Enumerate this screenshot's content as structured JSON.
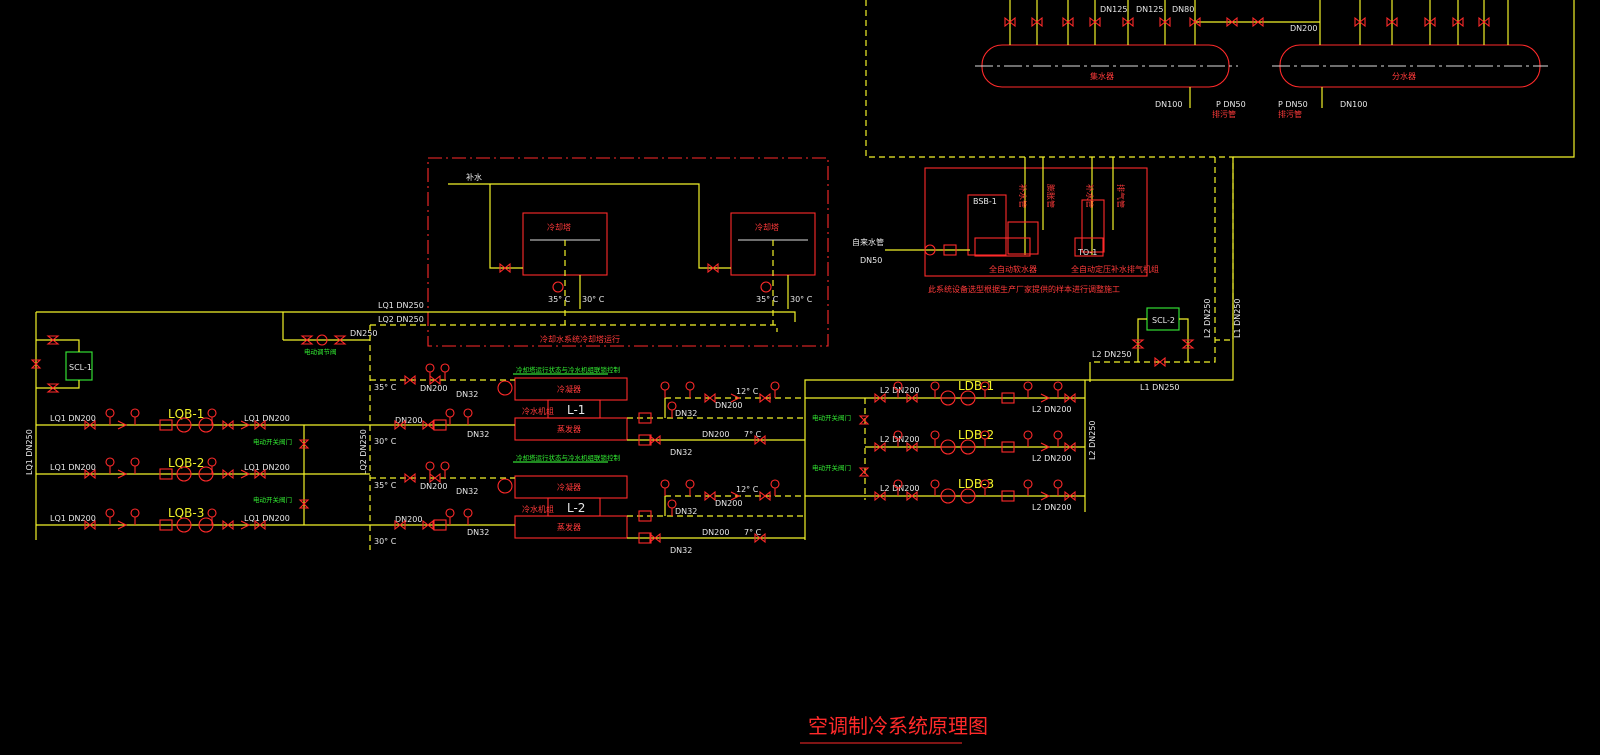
{
  "title": "空调制冷系统原理图",
  "colors": {
    "background": "#000000",
    "pipe": "#f2f229",
    "equipment": "#ff2a2a",
    "text": "#e8e8e8",
    "note": "#33ee33"
  },
  "top": {
    "collector": "集水器",
    "distributor": "分水器",
    "dn200": "DN200",
    "dn125a": "DN125",
    "dn125b": "DN125",
    "dn80": "DN80",
    "dn100a": "DN100",
    "dn100b": "DN100",
    "pdn50a": "P DN50",
    "pdn50b": "P DN50",
    "drain_a": "排污管",
    "drain_b": "排污管"
  },
  "tower": {
    "makeup": "补水",
    "tower1": "冷却塔",
    "tower2": "冷却塔",
    "t35a": "35° C",
    "t30a": "30° C",
    "t35b": "35° C",
    "t30b": "30° C",
    "note": "冷却水系统冷却塔运行"
  },
  "water": {
    "bsb": "BSB-1",
    "to": "TO-1",
    "city": "自来水管",
    "dn50": "DN50",
    "label1": "全自动软水器",
    "label2": "全自动定压补水排气机组",
    "v1": "补水管",
    "v2": "膨胀管",
    "v3": "补水管",
    "v4": "排气管",
    "note": "此系统设备选型根据生产厂家提供的样本进行调整施工"
  },
  "pipes": {
    "lq1_dn250": "LQ1 DN250",
    "lq2_dn250": "LQ2 DN250",
    "dn250": "DN250",
    "lq1_v": "LQ1 DN250",
    "lq2_v": "LQ2 DN250",
    "l2_dn250_h": "L2 DN250",
    "l1_dn250_h": "L1 DN250",
    "l2_dn250_v": "L2 DN250",
    "l1_dn250_v": "L1 DN250",
    "l2_dn250_r": "L2 DN250",
    "elec_valve": "电动调节阀"
  },
  "scl": [
    "SCL-1",
    "SCL-2"
  ],
  "pumps_left": [
    {
      "name": "LQB-1",
      "in": "LQ1 DN200",
      "out": "LQ1 DN200"
    },
    {
      "name": "LQB-2",
      "in": "LQ1 DN200",
      "out": "LQ1 DN200"
    },
    {
      "name": "LQB-3",
      "in": "LQ1 DN200",
      "out": "LQ1 DN200"
    }
  ],
  "pumps_right": [
    {
      "name": "LDB-1",
      "in": "L2 DN200",
      "out": "L2 DN200"
    },
    {
      "name": "LDB-2",
      "in": "L2 DN200",
      "out": "L2 DN200"
    },
    {
      "name": "LDB-3",
      "in": "L2 DN200",
      "out": "L2 DN200"
    }
  ],
  "valve_note": "电动开关阀门",
  "chillers": [
    {
      "id": "L-1",
      "condenser": "冷凝器",
      "evaporator": "蒸发器",
      "chilled": "冷水机组",
      "note": "冷却塔运行状态与冷水机组联锁控制",
      "t35": "35° C",
      "t30": "30° C",
      "t12": "12° C",
      "t7": "7° C",
      "dn200a": "DN200",
      "dn200b": "DN200",
      "dn200c": "DN200",
      "dn200d": "DN200",
      "dn32a": "DN32",
      "dn32b": "DN32",
      "dn32c": "DN32",
      "dn32d": "DN32"
    },
    {
      "id": "L-2",
      "condenser": "冷凝器",
      "evaporator": "蒸发器",
      "chilled": "冷水机组",
      "note": "冷却塔运行状态与冷水机组联锁控制",
      "t35": "35° C",
      "t30": "30° C",
      "t12": "12° C",
      "t7": "7° C",
      "dn200a": "DN200",
      "dn200b": "DN200",
      "dn200c": "DN200",
      "dn200d": "DN200",
      "dn32a": "DN32",
      "dn32b": "DN32",
      "dn32c": "DN32",
      "dn32d": "DN32"
    }
  ]
}
